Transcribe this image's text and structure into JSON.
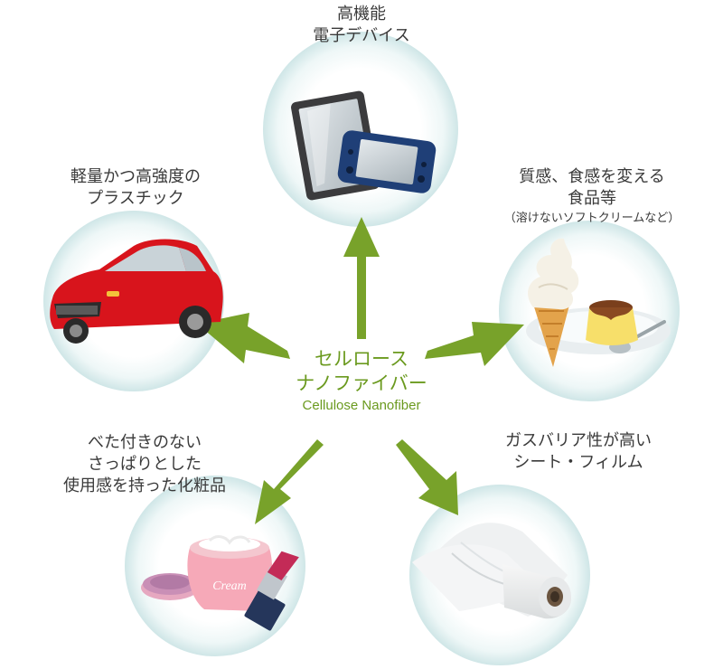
{
  "center": {
    "line1": "セルロース",
    "line2": "ナノファイバー",
    "english": "Cellulose Nanofiber"
  },
  "applications": {
    "electronics": {
      "line1": "高機能",
      "line2": "電子デバイス"
    },
    "plastic": {
      "line1": "軽量かつ高強度の",
      "line2": "プラスチック"
    },
    "food": {
      "line1": "質感、食感を変える",
      "line2": "食品等",
      "note": "（溶けないソフトクリームなど）"
    },
    "cosmetics": {
      "line1": "べた付きのない",
      "line2": "さっぱりとした",
      "line3": "使用感を持った化粧品"
    },
    "film": {
      "line1": "ガスバリア性が高い",
      "line2": "シート・フィルム"
    }
  },
  "illustrations": {
    "cosmetics_jar_text": "Cream"
  },
  "colors": {
    "arrow": "#78a22a",
    "center_text": "#6b9a1f",
    "circle_edge": "#d5e9ea"
  }
}
